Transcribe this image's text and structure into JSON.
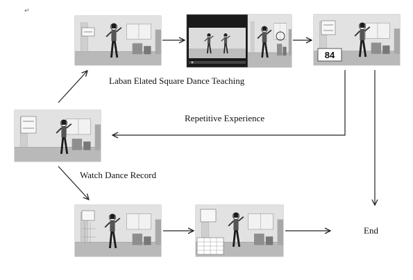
{
  "paragraph_mark": "↵",
  "labels": {
    "teaching": "Laban Elated Square Dance Teaching",
    "repetitive": "Repetitive Experience",
    "watch": "Watch Dance Record",
    "end": "End"
  },
  "score": "84",
  "menu_labels": {
    "single": "",
    "stacked_top": "",
    "stacked_bottom": ""
  },
  "colors": {
    "line": "#222222",
    "photo_wall": "#dcdcdc",
    "photo_floor": "#b5b5b5",
    "figure": "#1c1c1c"
  }
}
